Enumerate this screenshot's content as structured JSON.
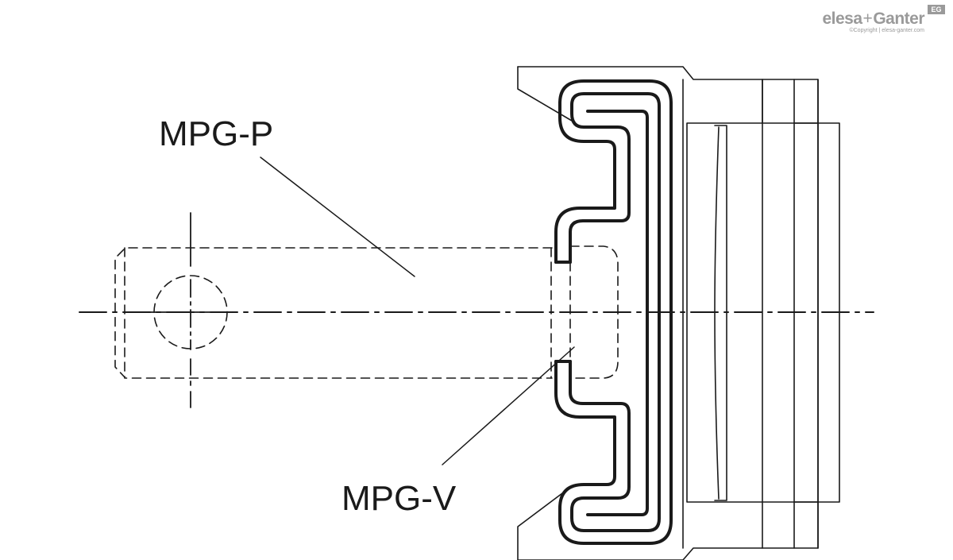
{
  "labels": {
    "top_part": "MPG-P",
    "bottom_part": "MPG-V"
  },
  "logo": {
    "brand_left": "elesa",
    "plus": "+",
    "brand_right": "Ganter",
    "badge": "EG",
    "copyright": "©Copyright | elesa-ganter.com"
  },
  "colors": {
    "line": "#1a1a1a",
    "logo": "#9a9a9a",
    "background": "#ffffff"
  }
}
